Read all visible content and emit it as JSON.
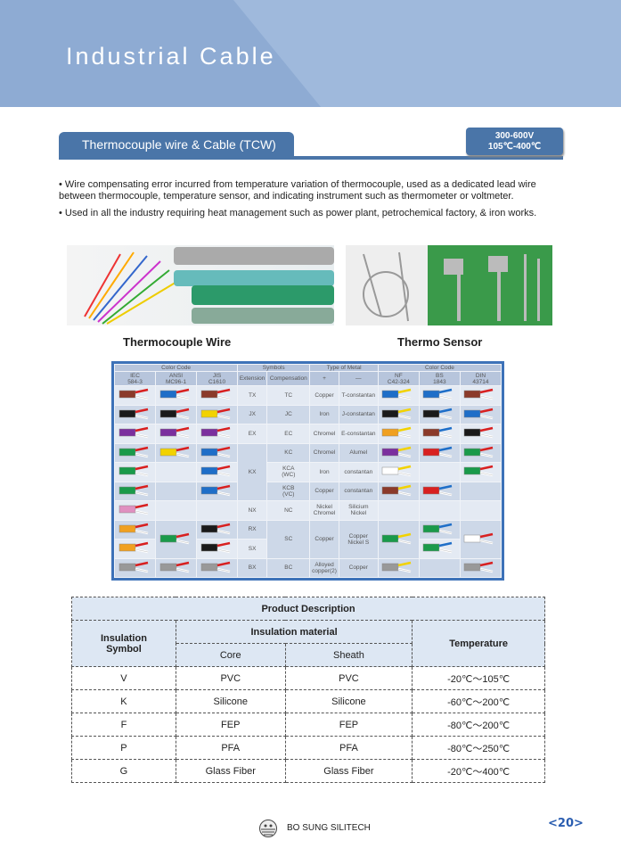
{
  "header": {
    "title": "Industrial Cable"
  },
  "section": {
    "tab": "Thermocouple wire & Cable (TCW)",
    "badge_line1": "300-600V",
    "badge_line2": "105℃-400℃"
  },
  "bullets": [
    "• Wire compensating error incurred from temperature variation of thermocouple, used as a dedicated lead wire between thermocouple, temperature sensor, and indicating instrument such as thermometer or voltmeter.",
    "• Used in all the industry requiring heat management such as power plant,  petrochemical factory, & iron works."
  ],
  "images": {
    "left_caption": "Thermocouple Wire",
    "right_caption": "Thermo Sensor"
  },
  "color_code": {
    "group_headers": [
      "Color Code",
      "Symbols",
      "Type of Metal",
      "Color Code"
    ],
    "columns": [
      "IEC\n584-3",
      "ANSI\nMC96-1",
      "JIS\nC1610",
      "Extension",
      "Compensation",
      "+",
      "—",
      "NF\nC42-324",
      "BS\n1843",
      "DIN\n43714"
    ],
    "rows": [
      [
        "#8b3a2a",
        "#1e6ec8",
        "#8b3a2a",
        "TX",
        "TC",
        "Copper",
        "T-constantan",
        "#1e6ec8",
        "#1e6ec8",
        "#8b3a2a"
      ],
      [
        "#1a1a1a",
        "#1a1a1a",
        "#f2d200",
        "JX",
        "JC",
        "Iron",
        "J-constantan",
        "#1a1a1a",
        "#1a1a1a",
        "#1e6ec8"
      ],
      [
        "#7b2f9e",
        "#7b2f9e",
        "#7b2f9e",
        "EX",
        "EC",
        "Chromel",
        "E-constantan",
        "#f0a020",
        "#8b3a2a",
        "#1a1a1a"
      ],
      [
        "#1a9a4a",
        "#f2d200",
        "#1e6ec8",
        "KX",
        "KC",
        "Chromel",
        "Alumel",
        "#7b2f9e",
        "#d82020",
        "#1a9a4a"
      ],
      [
        "#1a9a4a",
        "",
        "#1e6ec8",
        "",
        "KCA\n(WC)",
        "Iron",
        "constantan",
        "#ffffff",
        "",
        "#1a9a4a"
      ],
      [
        "#1a9a4a",
        "",
        "#1e6ec8",
        "",
        "KCB\n(VC)",
        "Copper",
        "constantan",
        "#8b3a2a",
        "#d82020",
        ""
      ],
      [
        "#e090c0",
        "",
        "",
        "NX",
        "NC",
        "Nickel\nChromel",
        "Silicium\nNickel",
        "",
        "",
        ""
      ],
      [
        "#f0a020",
        "#1a9a4a",
        "#1a1a1a",
        "RX",
        "SC",
        "Copper",
        "Copper\nNickel S",
        "#1a9a4a",
        "#1a9a4a",
        "#ffffff"
      ],
      [
        "#f0a020",
        "",
        "#1a1a1a",
        "SX",
        "",
        "",
        "",
        "",
        "#1a9a4a",
        ""
      ],
      [
        "#999999",
        "#999999",
        "#999999",
        "BX",
        "BC",
        "Alloyed\ncopper(2)",
        "Copper",
        "#999999",
        "",
        "#999999"
      ]
    ]
  },
  "product": {
    "title": "Product Description",
    "h_symbol": "Insulation Symbol",
    "h_material": "Insulation material",
    "h_core": "Core",
    "h_sheath": "Sheath",
    "h_temp": "Temperature",
    "rows": [
      {
        "symbol": "V",
        "core": "PVC",
        "sheath": "PVC",
        "temp": "-20℃～105℃"
      },
      {
        "symbol": "K",
        "core": "Silicone",
        "sheath": "Silicone",
        "temp": "-60℃～200℃"
      },
      {
        "symbol": "F",
        "core": "FEP",
        "sheath": "FEP",
        "temp": "-80℃～200℃"
      },
      {
        "symbol": "P",
        "core": "PFA",
        "sheath": "PFA",
        "temp": "-80℃～250℃"
      },
      {
        "symbol": "G",
        "core": "Glass  Fiber",
        "sheath": "Glass  Fiber",
        "temp": "-20℃～400℃"
      }
    ]
  },
  "footer": {
    "company": "BO SUNG SILITECH",
    "page": "<20>"
  }
}
